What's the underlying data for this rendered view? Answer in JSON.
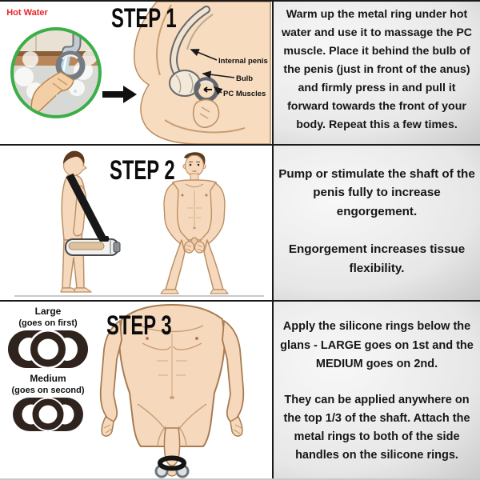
{
  "poster": {
    "panels": [
      {
        "title": "STEP 1",
        "paragraphs": [
          "Warm up the metal ring under hot water and use it to massage the PC muscle. Place it behind the bulb of the penis (just in front of the anus) and firmly press in and pull it forward towards the front of your body. Repeat this a few times."
        ]
      },
      {
        "title": "STEP 2",
        "paragraphs": [
          "Pump or stimulate the shaft of the penis fully to increase engorgement.",
          "Engorgement increases tissue flexibility."
        ]
      },
      {
        "title": "STEP 3",
        "paragraphs": [
          "Apply the silicone rings below the glans - LARGE goes on 1st and the MEDIUM goes on 2nd.",
          "They can be applied anywhere on the top 1/3 of the shaft. Attach the metal rings to both of the side handles on the silicone rings."
        ]
      }
    ],
    "step1": {
      "hot_water_label": "Hot Water",
      "anatomy_labels": [
        "Internal penis",
        "Bulb",
        "PC Muscles"
      ]
    },
    "step3": {
      "rings": [
        {
          "name": "Large",
          "note": "(goes on first)"
        },
        {
          "name": "Medium",
          "note": "(goes on second)"
        }
      ]
    },
    "colors": {
      "accent_green": "#3cae47",
      "hot_water_red": "#e8242b",
      "silicone_ring_brown": "#2f231e",
      "strap_black": "#181818",
      "skin": "#f6d9bc"
    }
  }
}
